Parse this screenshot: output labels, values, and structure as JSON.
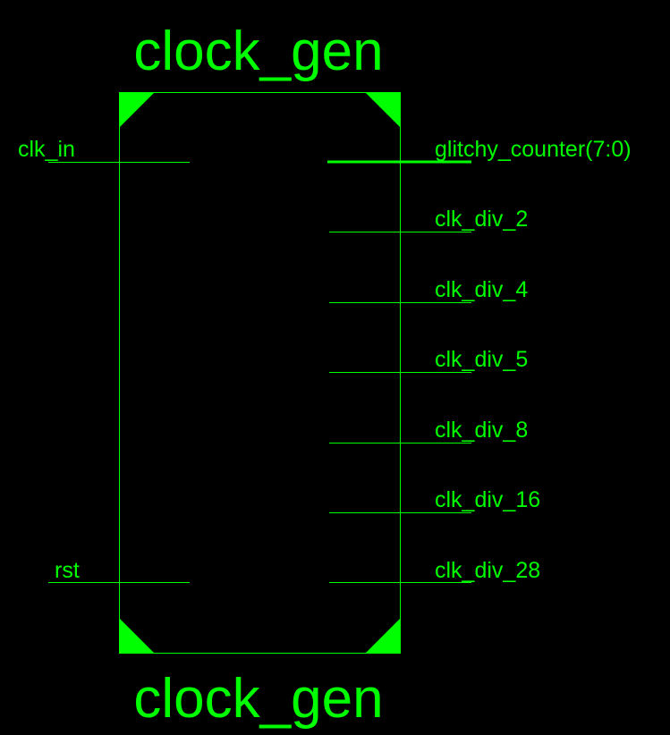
{
  "block": {
    "top_title": "clock_gen",
    "bottom_title": "clock_gen"
  },
  "inputs": [
    {
      "name": "clk_in"
    },
    {
      "name": "rst"
    }
  ],
  "outputs": [
    {
      "name": "glitchy_counter(7:0)",
      "bus": true
    },
    {
      "name": "clk_div_2"
    },
    {
      "name": "clk_div_4"
    },
    {
      "name": "clk_div_5"
    },
    {
      "name": "clk_div_8"
    },
    {
      "name": "clk_div_16"
    },
    {
      "name": "clk_div_28"
    }
  ],
  "colors": {
    "background": "#000000",
    "foreground": "#00ff00"
  }
}
